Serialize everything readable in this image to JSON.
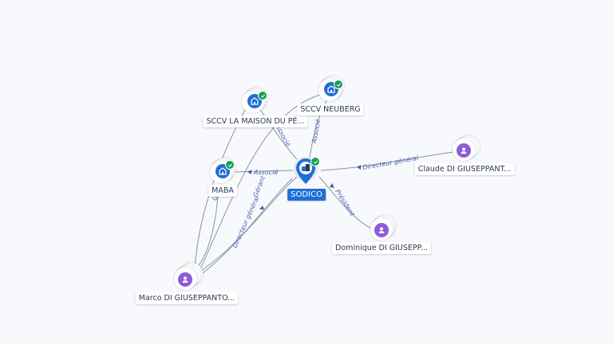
{
  "center": {
    "name": "SODICO"
  },
  "companies": [
    {
      "key": "sccv-maison",
      "name": "SCCV LA MAISON DU PÉ..."
    },
    {
      "key": "sccv-neuberg",
      "name": "SCCV NEUBERG"
    },
    {
      "key": "maba",
      "name": "MABA"
    }
  ],
  "persons": [
    {
      "key": "claude",
      "name": "Claude DI GIUSEPPANT..."
    },
    {
      "key": "dominique",
      "name": "Dominique DI GIUSEPP..."
    },
    {
      "key": "marco",
      "name": "Marco DI GIUSEPPANTO..."
    }
  ],
  "relations": {
    "associe_1": "Associé",
    "associe_2": "Associé",
    "associe_3": "Associé",
    "dg_claude": "Directeur général",
    "president": "Président",
    "gerant": "Gérant",
    "dg_marco": "Directeur général",
    "maba_marco": "G"
  },
  "colors": {
    "company": "#1f6fd6",
    "person": "#8e5bd9",
    "verified": "#1aa054",
    "edge_label": "#4b5eb0"
  }
}
